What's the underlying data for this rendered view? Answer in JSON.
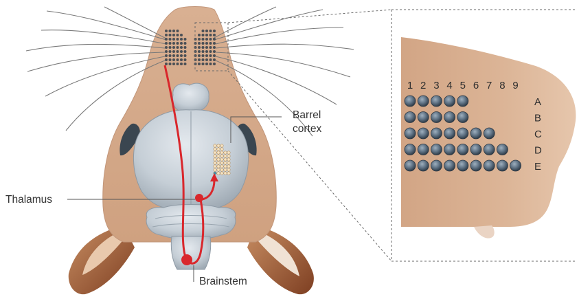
{
  "labels": {
    "barrel_cortex_line1": "Barrel",
    "barrel_cortex_line2": "cortex",
    "thalamus": "Thalamus",
    "brainstem": "Brainstem"
  },
  "whisker_grid": {
    "columns": [
      "1",
      "2",
      "3",
      "4",
      "5",
      "6",
      "7",
      "8",
      "9"
    ],
    "rows": [
      {
        "label": "A",
        "count": 5
      },
      {
        "label": "B",
        "count": 5
      },
      {
        "label": "C",
        "count": 7
      },
      {
        "label": "D",
        "count": 8
      },
      {
        "label": "E",
        "count": 9
      }
    ]
  },
  "colors": {
    "skin": "#d7ad8e",
    "brain": "#c9d1d8",
    "pathway": "#d9272c",
    "eye": "#3a4650",
    "ear_dark": "#8a4a2b",
    "whisker_dot": "#5a6a78"
  }
}
